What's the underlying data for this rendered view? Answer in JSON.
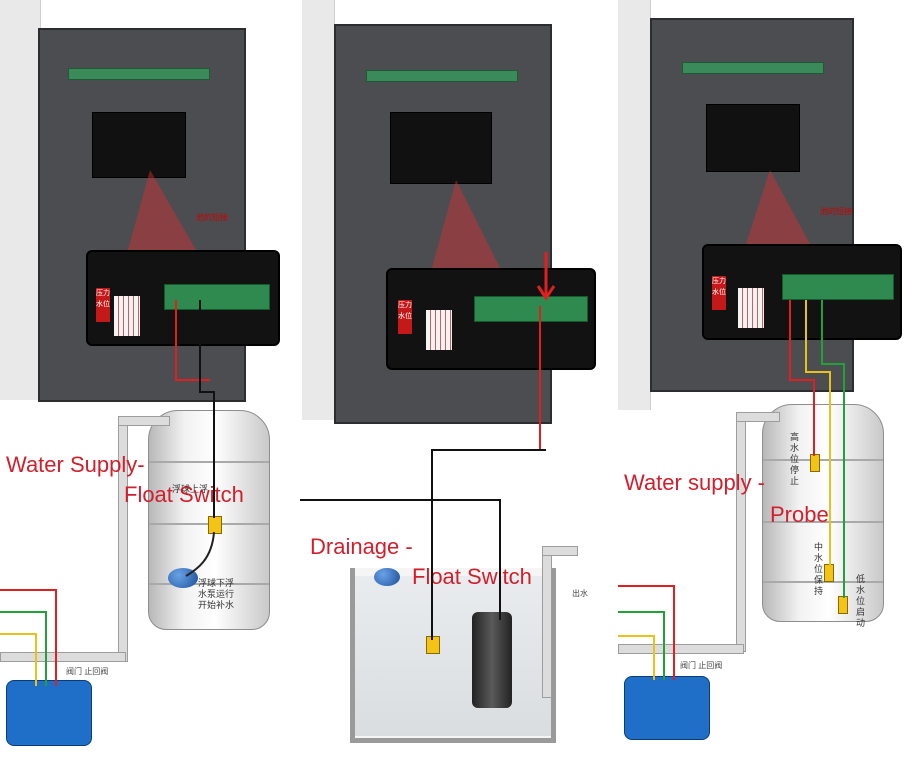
{
  "captions": {
    "left_line1": "Water Supply-",
    "left_line2": "Float Switch",
    "middle_line1": "Drainage -",
    "middle_line2": "Float Switch",
    "right_line1": "Water supply -",
    "right_line2": "Probe"
  },
  "chinese_labels": {
    "left_float_top": "浮球上浮",
    "left_float_bottom": "浮球下浮\n水泵运行\n开始补水",
    "left_valves": "阀门  止回阀",
    "middle_outlet": "出水",
    "right_valves": "阀门  止回阀",
    "right_high": "高水位停止",
    "right_mid": "中水位保持",
    "right_low": "低水位启动",
    "red_label": "压力水位",
    "short_left": "池的短接",
    "short_right": "池的短接"
  },
  "colors": {
    "caption_red": "#d11f2c",
    "cabinet_gray": "#4b4d50",
    "terminal_green": "#2f8a4f",
    "wire_red": "#e02020",
    "wire_yellow": "#e8c21a",
    "wire_green": "#22a03a",
    "float_yellow": "#f3c316",
    "pump_blue": "#1f6fc8"
  },
  "icons": [
    "cabinet",
    "circuit-board",
    "terminal-block",
    "water-tank",
    "float-switch",
    "float-ball",
    "probe",
    "water-pump",
    "submersible-pump",
    "valve",
    "pipe"
  ]
}
